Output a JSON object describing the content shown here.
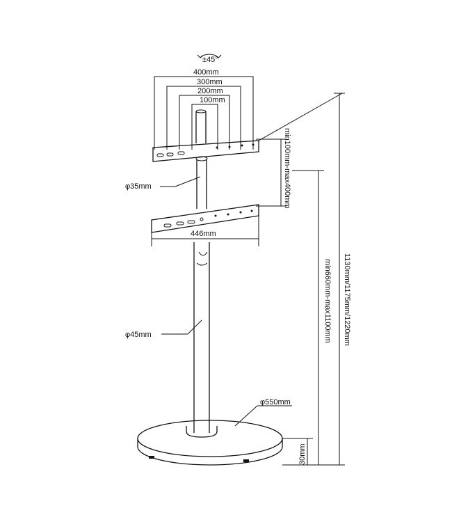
{
  "rotation_label": "±45°",
  "vesa": {
    "w400": "400mm",
    "w300": "300mm",
    "w200": "200mm",
    "w100": "100mm"
  },
  "bracket_gap": "min100mm-max400mm",
  "bracket_width": "446mm",
  "upper_tube": "φ35mm",
  "lower_tube": "φ45mm",
  "base_diameter": "φ550mm",
  "base_height": "30mm",
  "mount_height": "min660mm-max1100mm",
  "total_height": "1130mm/1175mm/1220mm"
}
